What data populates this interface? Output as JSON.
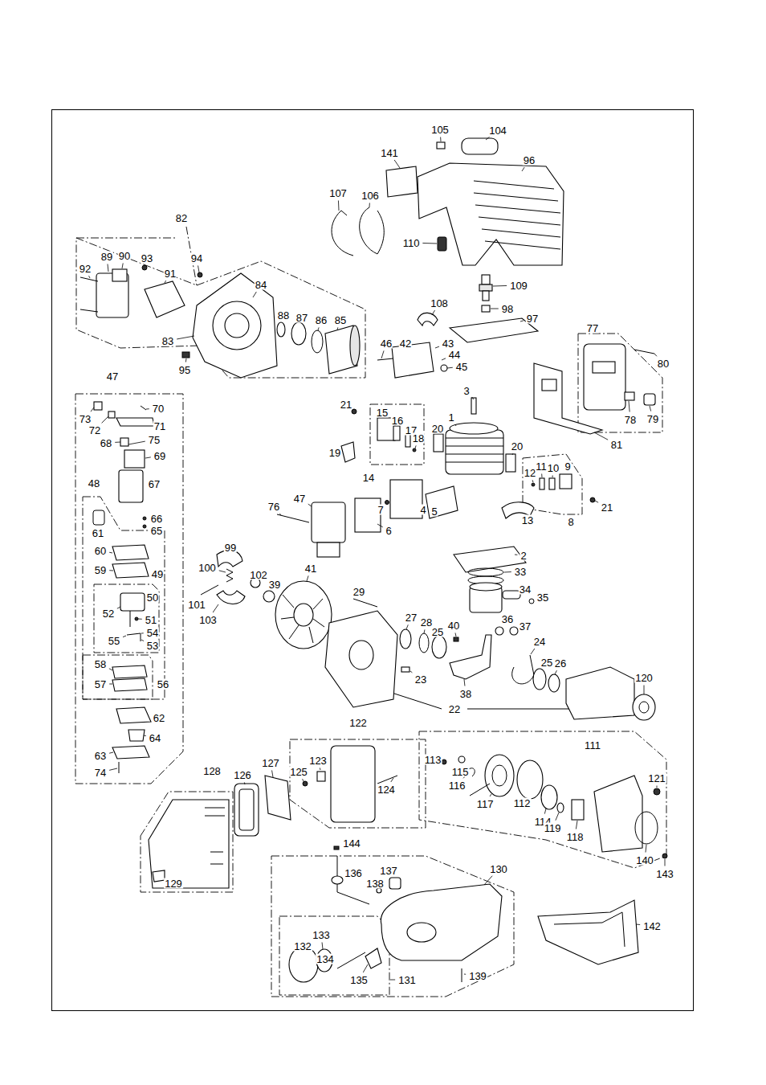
{
  "diagram": {
    "labels": [
      "105",
      "104",
      "141",
      "96",
      "107",
      "106",
      "82",
      "110",
      "92",
      "89",
      "90",
      "93",
      "94",
      "91",
      "84",
      "109",
      "88",
      "87",
      "86",
      "85",
      "108",
      "98",
      "97",
      "77",
      "83",
      "46",
      "42",
      "43",
      "44",
      "45",
      "95",
      "80",
      "47",
      "3",
      "70",
      "73",
      "72",
      "71",
      "21",
      "15",
      "16",
      "17",
      "18",
      "20",
      "1",
      "78",
      "79",
      "68",
      "75",
      "69",
      "20",
      "19",
      "12",
      "11",
      "10",
      "9",
      "14",
      "48",
      "67",
      "81",
      "66",
      "65",
      "61",
      "76",
      "47",
      "7",
      "6",
      "4",
      "5",
      "13",
      "21",
      "8",
      "2",
      "60",
      "49",
      "59",
      "99",
      "100",
      "102",
      "41",
      "39",
      "33",
      "34",
      "35",
      "50",
      "29",
      "101",
      "103",
      "52",
      "51",
      "54",
      "55",
      "53",
      "40",
      "27",
      "28",
      "25",
      "36",
      "37",
      "24",
      "58",
      "56",
      "57",
      "23",
      "25",
      "26",
      "120",
      "38",
      "22",
      "62",
      "64",
      "63",
      "74",
      "122",
      "111",
      "123",
      "125",
      "124",
      "113",
      "115",
      "116",
      "128",
      "126",
      "127",
      "121",
      "117",
      "112",
      "114",
      "119",
      "118",
      "140",
      "143",
      "144",
      "136",
      "137",
      "138",
      "130",
      "129",
      "142",
      "133",
      "132",
      "134",
      "135",
      "131",
      "139"
    ]
  }
}
